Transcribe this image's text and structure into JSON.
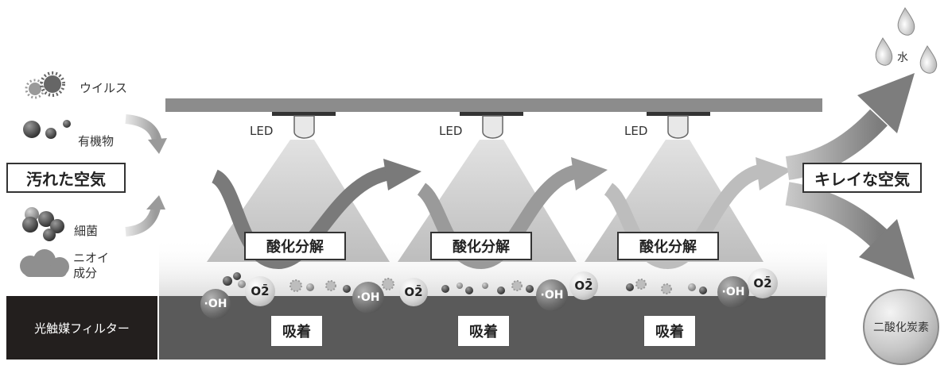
{
  "pollutants": {
    "virus": "ウイルス",
    "organic": "有機物",
    "bacteria": "細菌",
    "odor_line1": "ニオイ",
    "odor_line2": "成分"
  },
  "dirty_air": "汚れた空気",
  "clean_air": "キレイな空気",
  "led_label": "LED",
  "process": {
    "decomposition": "酸化分解",
    "adsorption": "吸着"
  },
  "filter_label": "光触媒フィルター",
  "molecules": {
    "hydroxyl": "·OH",
    "superoxide": "O2̄"
  },
  "outputs": {
    "water": "水",
    "co2": "二酸化炭素"
  },
  "colors": {
    "ceiling": "#8c8c8c",
    "filter": "#5a5a5a",
    "filter_label_bg": "#231f1e",
    "arrow": "#8f8f8f"
  }
}
